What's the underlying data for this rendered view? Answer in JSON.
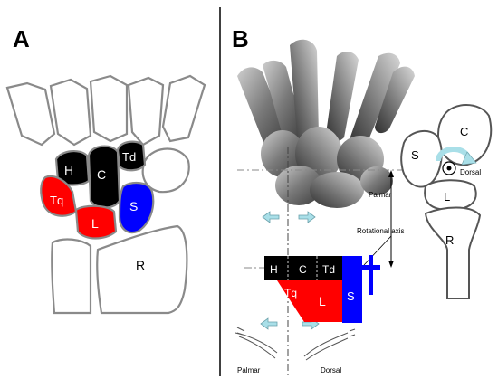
{
  "panel_a": {
    "letter": "A",
    "bones": {
      "hamate": "H",
      "capitate": "C",
      "trapezoid": "Td",
      "triquetrum": "Tq",
      "lunate": "L",
      "scaphoid": "S",
      "radius": "R"
    },
    "colors": {
      "black": "#000000",
      "red": "#ff0000",
      "blue": "#0000ff",
      "outline": "#8a8a8a"
    }
  },
  "panel_b": {
    "letter": "B",
    "side_bones": {
      "capitate": "C",
      "scaphoid": "S",
      "lunate": "L",
      "radius": "R"
    },
    "dorsal_label": "Dorsal",
    "palmar_label": "Palmar",
    "rotational_axis": "Rotational axis",
    "schematic": {
      "hamate": "H",
      "capitate": "C",
      "trapezoid": "Td",
      "triquetrum": "Tq",
      "lunate": "L",
      "scaphoid": "S"
    },
    "bottom_left_label": "Palmar",
    "bottom_right_label": "Dorsal",
    "colors": {
      "black": "#000000",
      "red": "#ff0000",
      "blue": "#0000ff",
      "arrow": "#a9dfe8"
    }
  }
}
